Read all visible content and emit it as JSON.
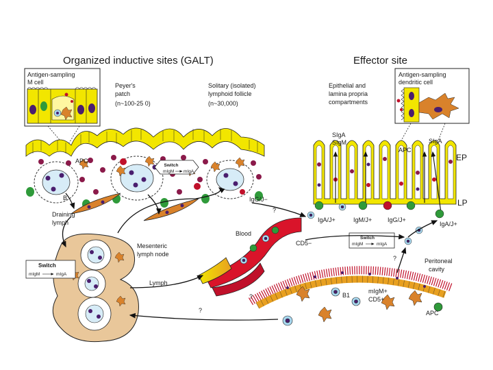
{
  "titles": {
    "left": "Organized inductive sites (GALT)",
    "right": "Effector site"
  },
  "insets": {
    "m_cell": [
      "Antigen-sampling",
      "M cell"
    ],
    "dendritic": [
      "Antigen-sampling",
      "dendritic cell"
    ]
  },
  "site_labels": {
    "peyers": [
      "Peyer's",
      "patch",
      "(n~100-25 0)"
    ],
    "solitary": [
      "Solitary (isolated)",
      "lymphoid follicle",
      "(n~30,000)"
    ],
    "epithelial": [
      "Epithelial and",
      "lamina propria",
      "compartments"
    ]
  },
  "labels": {
    "apc_left": "APC",
    "apc_right": "APC",
    "apc_bottom": "APC",
    "b_cell": "B",
    "sIgA_1": "SIgA",
    "sIgM": "SIgM",
    "sIgA_2": "SIgA",
    "ep": "EP",
    "lp": "LP",
    "igg_j_top": "IgG/J−",
    "draining_lymph": [
      "Draining",
      "lymph"
    ],
    "mesenteric": [
      "Mesenteric",
      "lymph node"
    ],
    "blood": "Blood",
    "lymph": "Lymph",
    "cd5_minus": "CD5−",
    "peritoneal": [
      "Peritoneal",
      "cavity"
    ],
    "b1": "B1",
    "migm_plus": "mIgM+",
    "cd5_plus": "CD5+",
    "iga_j_1": "IgA/J+",
    "igm_j": "IgM/J+",
    "igg_j": "IgG/J+",
    "iga_j_2": "IgA/J+",
    "q1": "?",
    "q2": "?",
    "q3": "?",
    "q4": "?"
  },
  "switch_boxes": [
    {
      "title": "Switch",
      "from": "mIgM",
      "to": "mIgA"
    },
    {
      "title": "Switch",
      "from": "mIgM",
      "to": "mIgA"
    },
    {
      "title": "Switch",
      "from": "mIgM",
      "to": "mIgA"
    }
  ],
  "colors": {
    "epithelium": "#f2e600",
    "blood_red": "#d9142a",
    "node_tan": "#e9c79a",
    "purple": "#4a1e6e",
    "plum": "#8b1a4a",
    "green": "#2f9a3a",
    "lightblue": "#a8d8f0",
    "orange": "#d9822b",
    "peritoneal_stripe": "#c0102a"
  }
}
